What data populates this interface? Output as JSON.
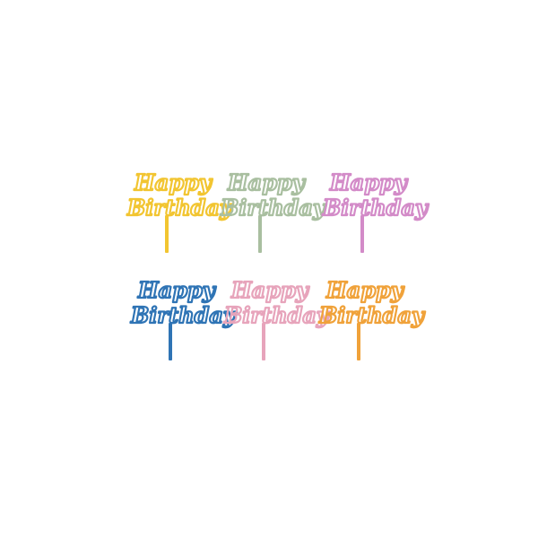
{
  "image": {
    "background": "#ffffff",
    "toppers": [
      {
        "line1": "Happy",
        "line2": "Birthday",
        "color": "#f2c531"
      },
      {
        "line1": "Happy",
        "line2": "Birthday",
        "color": "#a9bfa0"
      },
      {
        "line1": "Happy",
        "line2": "Birthday",
        "color": "#d38bc8"
      },
      {
        "line1": "Happy",
        "line2": "Birthday",
        "color": "#2f74b5"
      },
      {
        "line1": "Happy",
        "line2": "Birthday",
        "color": "#e7a4bb"
      },
      {
        "line1": "Happy",
        "line2": "Birthday",
        "color": "#f0a23a"
      }
    ]
  }
}
